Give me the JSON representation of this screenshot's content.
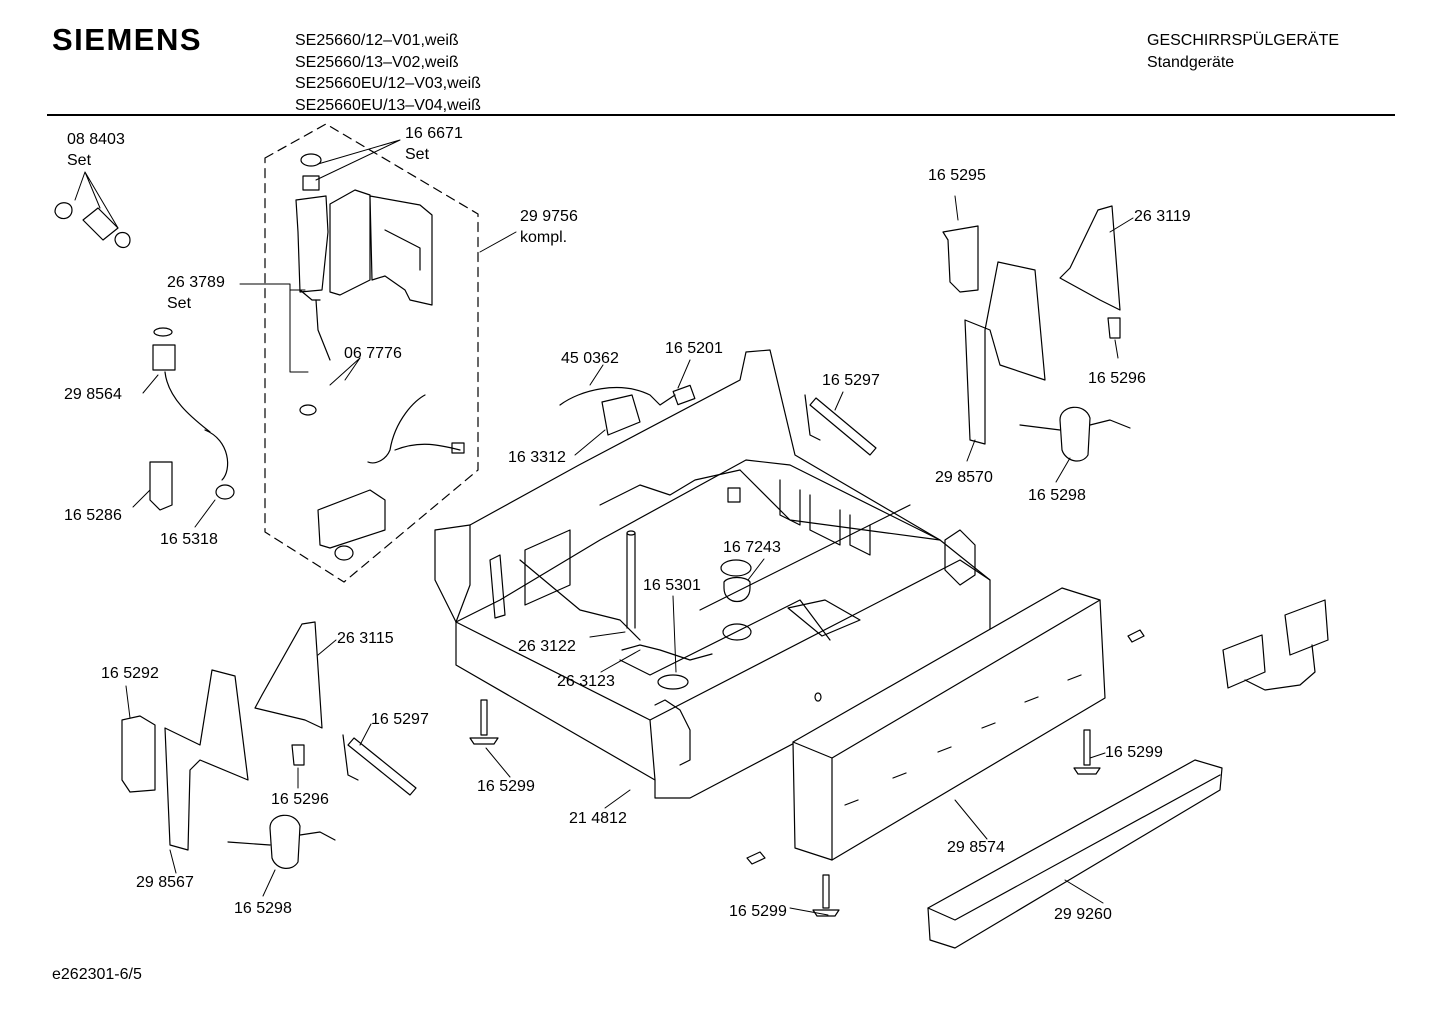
{
  "header": {
    "brand": "SIEMENS",
    "models": [
      "SE25660/12–V01,weiß",
      "SE25660/13–V02,weiß",
      "SE25660EU/12–V03,weiß",
      "SE25660EU/13–V04,weiß"
    ],
    "category": "GESCHIRRSPÜLGERÄTE",
    "subcategory": "Standgeräte"
  },
  "parts": {
    "p088403": "08 8403",
    "p088403_set": "Set",
    "p166671": "16 6671",
    "p166671_set": "Set",
    "p299756": "29 9756",
    "p299756_note": "kompl.",
    "p263789": "26 3789",
    "p263789_set": "Set",
    "p067776": "06 7776",
    "p298564": "29 8564",
    "p165286": "16 5286",
    "p165318": "16 5318",
    "p450362": "45 0362",
    "p165201": "16 5201",
    "p163312": "16 3312",
    "p165297_top": "16 5297",
    "p165295": "16 5295",
    "p263119": "26 3119",
    "p165296_right": "16 5296",
    "p298570": "29 8570",
    "p165298_right": "16 5298",
    "p167243": "16 7243",
    "p165301": "16 5301",
    "p263122": "26 3122",
    "p263123": "26 3123",
    "p263115": "26 3115",
    "p165292": "16 5292",
    "p165297_bottom": "16 5297",
    "p165296_left": "16 5296",
    "p298567": "29 8567",
    "p165298_left": "16 5298",
    "p165299_a": "16 5299",
    "p214812": "21 4812",
    "p165299_b": "16 5299",
    "p298574": "29 8574",
    "p165299_c": "16 5299",
    "p299260": "29 9260"
  },
  "footer": {
    "drawing_id": "e262301-6/5"
  }
}
